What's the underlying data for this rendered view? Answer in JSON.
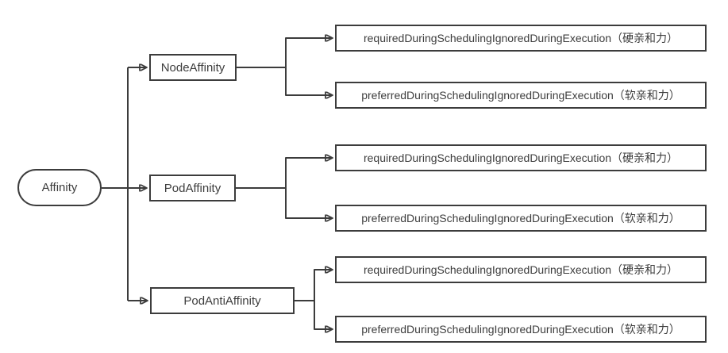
{
  "diagram": {
    "root": {
      "label": "Affinity"
    },
    "branches": [
      {
        "label": "NodeAffinity",
        "children": [
          {
            "label": "requiredDuringSchedulingIgnoredDuringExecution（硬亲和力）"
          },
          {
            "label": "preferredDuringSchedulingIgnoredDuringExecution（软亲和力）"
          }
        ]
      },
      {
        "label": "PodAffinity",
        "children": [
          {
            "label": "requiredDuringSchedulingIgnoredDuringExecution（硬亲和力）"
          },
          {
            "label": "preferredDuringSchedulingIgnoredDuringExecution（软亲和力）"
          }
        ]
      },
      {
        "label": "PodAntiAffinity",
        "children": [
          {
            "label": "requiredDuringSchedulingIgnoredDuringExecution（硬亲和力）"
          },
          {
            "label": "preferredDuringSchedulingIgnoredDuringExecution（软亲和力）"
          }
        ]
      }
    ],
    "colors": {
      "line": "#3c3c3c",
      "box_fill": "#ffffff",
      "text": "#3d3d3d",
      "background": "#ffffff"
    }
  }
}
